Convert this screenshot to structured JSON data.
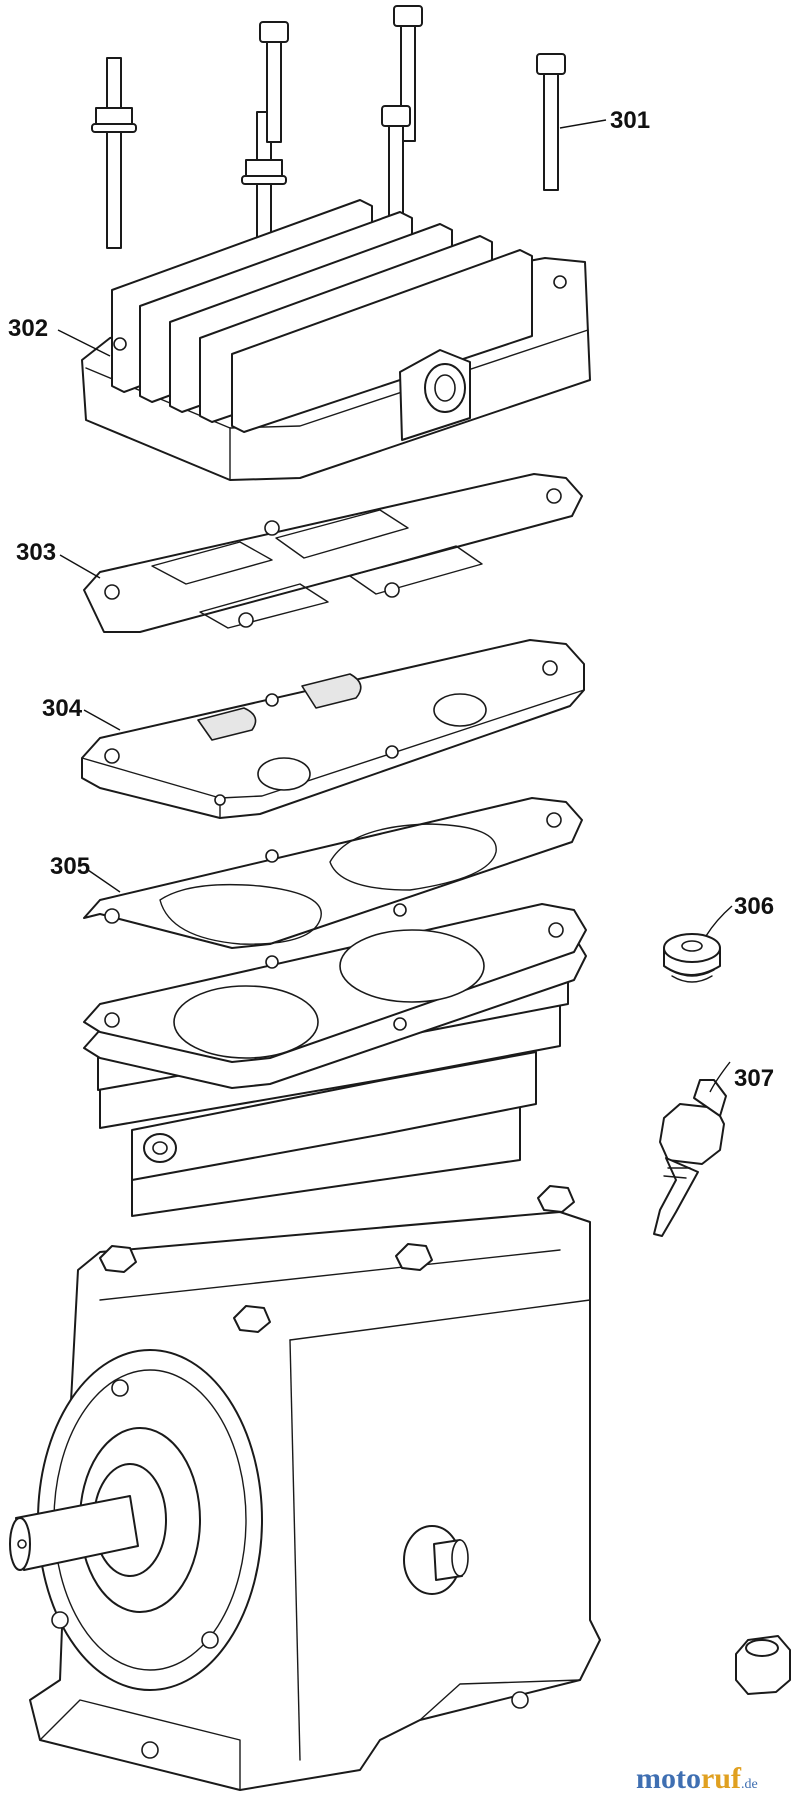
{
  "callouts": [
    {
      "label": "301",
      "part": "head-bolt"
    },
    {
      "label": "302",
      "part": "cylinder-head"
    },
    {
      "label": "303",
      "part": "head-gasket"
    },
    {
      "label": "304",
      "part": "valve-plate"
    },
    {
      "label": "305",
      "part": "valve-plate-gasket"
    },
    {
      "label": "306",
      "part": "plug"
    },
    {
      "label": "307",
      "part": "drain-valve"
    }
  ],
  "watermark": {
    "brand_a": "moto",
    "brand_b": "ruf",
    "suffix": ".de"
  },
  "colors": {
    "line": "#1a1a1a",
    "brand_blue": "#3f6fb2",
    "brand_orange": "#e0a020"
  }
}
